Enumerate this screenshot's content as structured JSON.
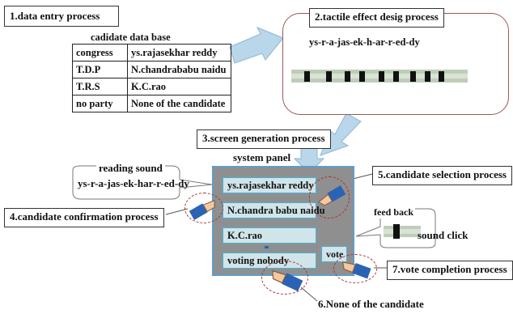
{
  "stages": {
    "data_entry": "1.data entry process",
    "tactile": "2.tactile effect desig process",
    "screen_gen": "3.screen generation process",
    "confirmation": "4.candidate confirmation process",
    "selection": "5.candidate selection process",
    "none_candidate": "6.None of the candidate",
    "vote_completion": "7.vote completion process"
  },
  "database": {
    "title": "cadidate data base",
    "rows": [
      {
        "party": "congress",
        "candidate": "ys.rajasekhar reddy"
      },
      {
        "party": "T.D.P",
        "candidate": "N.chandrababu naidu"
      },
      {
        "party": "T.R.S",
        "candidate": "K.C.rao"
      },
      {
        "party": "no party",
        "candidate": "None of the candidate"
      }
    ]
  },
  "tactile_text": "ys-r-a-jas-ek-h-ar-r-ed-dy",
  "reading_sound": {
    "label": "reading sound",
    "text": "ys-r-a-jas-ek-har-r-ed-dy"
  },
  "panel": {
    "title": "system panel",
    "buttons": [
      "ys.rajasekhar reddy",
      "N.chandra babu naidu",
      "K.C.rao",
      "voting nobody"
    ],
    "vote": "vote"
  },
  "feedback": {
    "label": "feed back",
    "sound": "sound click"
  },
  "colors": {
    "arrow": "#b9d6ea",
    "arrow_border": "#8fb6d3",
    "panel_bg": "#8f8f8f",
    "panel_border": "#5e9ec9",
    "button_bg": "#cfe5ea",
    "ellipse": "#b03030",
    "hand": "#2b63b4"
  }
}
